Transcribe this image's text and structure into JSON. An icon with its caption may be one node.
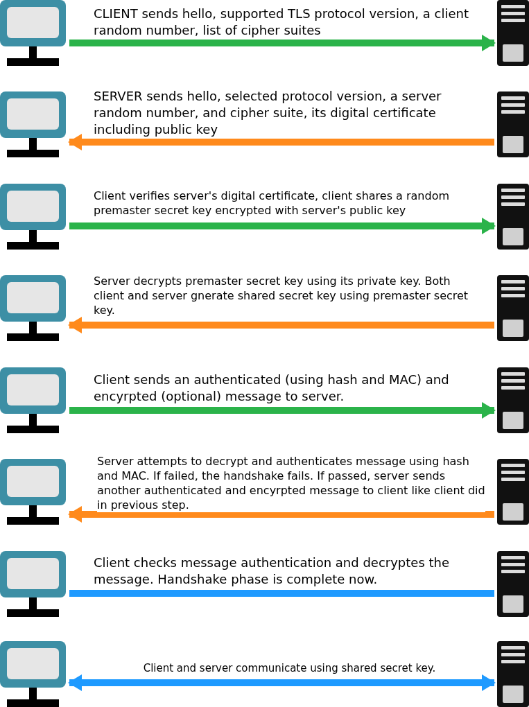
{
  "diagram": {
    "nodes": [
      {
        "text": [],
        "shape": "picture"
      },
      {
        "text": [],
        "shape": "picture"
      },
      {
        "text": [],
        "shape": "picture"
      },
      {
        "text": [],
        "shape": "picture"
      },
      {
        "text": [],
        "shape": "picture"
      },
      {
        "text": [],
        "shape": "picture"
      },
      {
        "text": [],
        "shape": "picture"
      },
      {
        "text": [],
        "shape": "picture"
      },
      {
        "text": [],
        "shape": "picture"
      },
      {
        "text": [],
        "shape": "picture"
      },
      {
        "text": [],
        "shape": "picture"
      },
      {
        "text": [],
        "shape": "picture"
      },
      {
        "text": [],
        "shape": "picture"
      },
      {
        "text": [],
        "shape": "picture"
      },
      {
        "text": [],
        "shape": "picture"
      },
      {
        "text": [],
        "shape": "picture"
      }
    ],
    "edges": [
      {
        "from": 0,
        "to": 1,
        "arrow": "to",
        "color": "#2bb34a",
        "label": "CLIENT sends hello, supported TLS protocol version, a client random number, list of cipher suites"
      },
      {
        "from": 3,
        "to": 2,
        "arrow": "to",
        "color": "#ff8a1c",
        "label": "SERVER sends hello, selected protocol version, a server random number, and cipher suite, its digital certificate including public key"
      },
      {
        "from": 4,
        "to": 5,
        "arrow": "to",
        "color": "#2bb34a",
        "label": "Client verifies server's digital certificate, client shares a random premaster secret key encrypted with server's public key"
      },
      {
        "from": 7,
        "to": 6,
        "arrow": "to",
        "color": "#ff8a1c",
        "label": "Server decrypts premaster secret key using its private key. Both client and server gnerate shared secret key using premaster secret key."
      },
      {
        "from": 8,
        "to": 9,
        "arrow": "to",
        "color": "#2bb34a",
        "label": "Client sends an authenticated (using hash and MAC) and encyrpted (optional) message to server."
      },
      {
        "from": 11,
        "to": 10,
        "arrow": "to",
        "color": "#ff8a1c",
        "label": "Server attempts to decrypt and authenticates message using hash and MAC. If failed, the handshake fails. If passed, server sends another authenticated and encyrpted message to client like client did in previous step."
      },
      {
        "from": 12,
        "to": 13,
        "arrow": "none",
        "color": "#1e9aff",
        "label": "Client checks message authentication and decryptes the message. Handshake phase is complete now."
      },
      {
        "from": 14,
        "to": 15,
        "arrow": "both",
        "color": "#1e9aff",
        "label": "Client and server communicate using shared secret key."
      }
    ]
  }
}
